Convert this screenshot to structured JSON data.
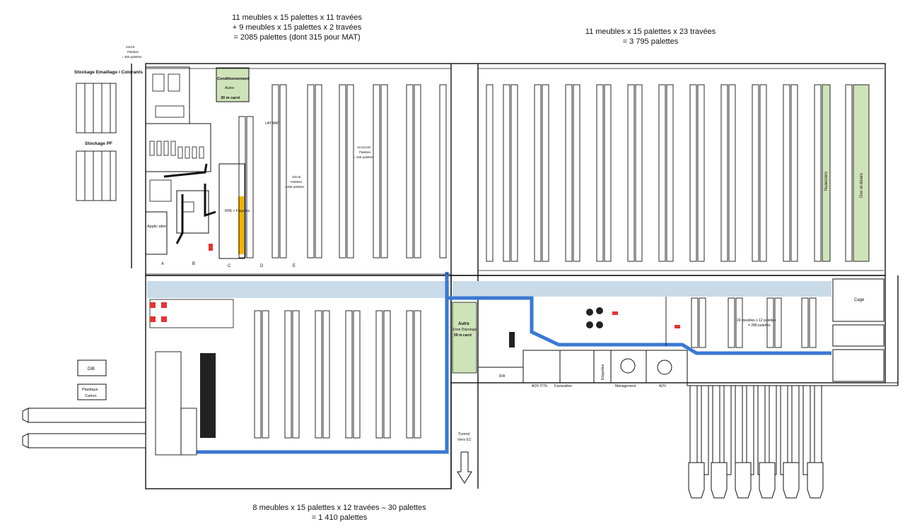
{
  "captions": {
    "top_left": [
      "11 meubles x 15 palettes x 11 travées",
      "+ 9 meubles x 15 palettes x 2 travées",
      "= 2085 palettes (dont 315 pour MAT)"
    ],
    "top_right": [
      "11 meubles x 15 palettes x 23 travées",
      "= 3 795 palettes"
    ],
    "bottom": [
      "8 meubles x 15 palettes x 12 travées – 30 palettes",
      "= 1 410 palettes"
    ]
  },
  "labels": {
    "stockage_emaillage": "Stockage Emaillage / Colorants",
    "stockage_pf": "Stockage PF",
    "corner_note_1": "24x15",
    "corner_note_2": "Palettes",
    "corner_note_3": "= 360 palettes",
    "conditionnement": "Conditionnement",
    "autre_1": "Autre",
    "surface_1": "30 m carré",
    "lay_mat": "LAY MAT",
    "application": "Applic ation",
    "rpe": "RPE + Façades",
    "block1_a": "33x15",
    "block1_b": "Palettes",
    "block1_c": "= 495 palettes",
    "block2_a": "11x11x15",
    "block2_b": "Palettes",
    "block2_c": "= 165 palettes",
    "nuanciers": "Nuanciers",
    "doc_divers": "Doc et divers",
    "dib": "DIB",
    "plastique": "Plastique",
    "carton": "Carton",
    "autre_2": "Autre",
    "zone_depotage": "Zone Depotage",
    "surface_2": "59 m carré",
    "tunnel": "Tunnel",
    "vers": "Vers 61'",
    "cage": "Cage",
    "meubles_a": "24 meubles x 12 palettes",
    "meubles_b": "= 288 palettes",
    "rh": "R/A",
    "adv_itte": "ADV ITTE",
    "facturation": "Facturation",
    "etiquettes": "Etiquettes",
    "management": "Management",
    "adv": "ADV",
    "col_a": "A",
    "col_b": "B",
    "col_c": "C",
    "col_d": "D",
    "col_e": "E"
  },
  "colors": {
    "line": "#111111",
    "aisle": "#c9dae8",
    "route": "#3a78d4",
    "green_zone": "#cfe3b8",
    "yellow_rack": "#f0b400",
    "red_item": "#e53333"
  }
}
